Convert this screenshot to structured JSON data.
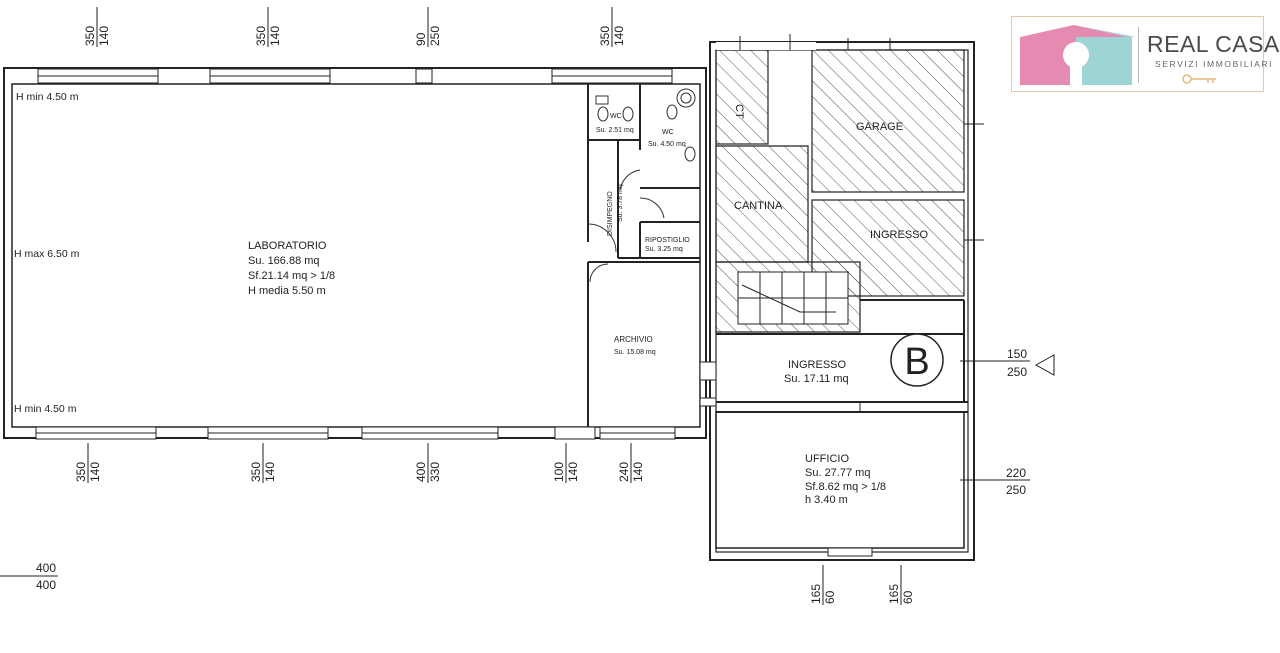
{
  "logo": {
    "name": "REAL CASA",
    "tagline": "SERVIZI IMMOBILIARI",
    "colors": {
      "pink": "#e58ab0",
      "teal": "#9ed4d3",
      "gold": "#e6b97a"
    }
  },
  "rooms": {
    "laboratorio": {
      "name": "LABORATORIO",
      "su": "Su. 166.88 mq",
      "sf": "Sf.21.14 mq > 1/8",
      "h": "H media 5.50 m"
    },
    "wc1": {
      "name": "WC",
      "su": "Su. 2.51 mq"
    },
    "wc2": {
      "name": "WC",
      "su": "Su. 4.50 mq"
    },
    "disimpegno": {
      "name": "DISIMPEGNO",
      "su": "Su. 3.78 mq"
    },
    "ripostiglio": {
      "name": "RIPOSTIGLIO",
      "su": "Su. 3.25 mq"
    },
    "archivio": {
      "name": "ARCHIVIO",
      "su": "Su. 15.08 mq"
    },
    "ct": {
      "name": "CT"
    },
    "garage": {
      "name": "GARAGE"
    },
    "cantina": {
      "name": "CANTINA"
    },
    "ingresso_hatched": {
      "name": "INGRESSO"
    },
    "ingresso": {
      "name": "INGRESSO",
      "su": "Su. 17.11 mq"
    },
    "ufficio": {
      "name": "UFFICIO",
      "su": "Su. 27.77 mq",
      "sf": "Sf.8.62 mq > 1/8",
      "h": "h 3.40 m"
    }
  },
  "heights": {
    "h_min_top": "H min 4.50 m",
    "h_max": "H max 6.50 m",
    "h_min_bottom": "H min 4.50 m"
  },
  "section_marker": {
    "label": "B"
  },
  "windows_top": [
    {
      "a": "350",
      "b": "140"
    },
    {
      "a": "350",
      "b": "140"
    },
    {
      "a": "90",
      "b": "250"
    },
    {
      "a": "350",
      "b": "140"
    }
  ],
  "windows_bottom": [
    {
      "a": "350",
      "b": "140"
    },
    {
      "a": "350",
      "b": "140"
    },
    {
      "a": "400",
      "b": "330"
    },
    {
      "a": "100",
      "b": "140"
    },
    {
      "a": "240",
      "b": "140"
    }
  ],
  "windows_ufficio_bottom": [
    {
      "a": "165",
      "b": "60"
    },
    {
      "a": "165",
      "b": "60"
    }
  ],
  "right_dims": [
    {
      "a": "150",
      "b": "250"
    },
    {
      "a": "220",
      "b": "250"
    }
  ],
  "legend_dim": {
    "a": "400",
    "b": "400"
  }
}
